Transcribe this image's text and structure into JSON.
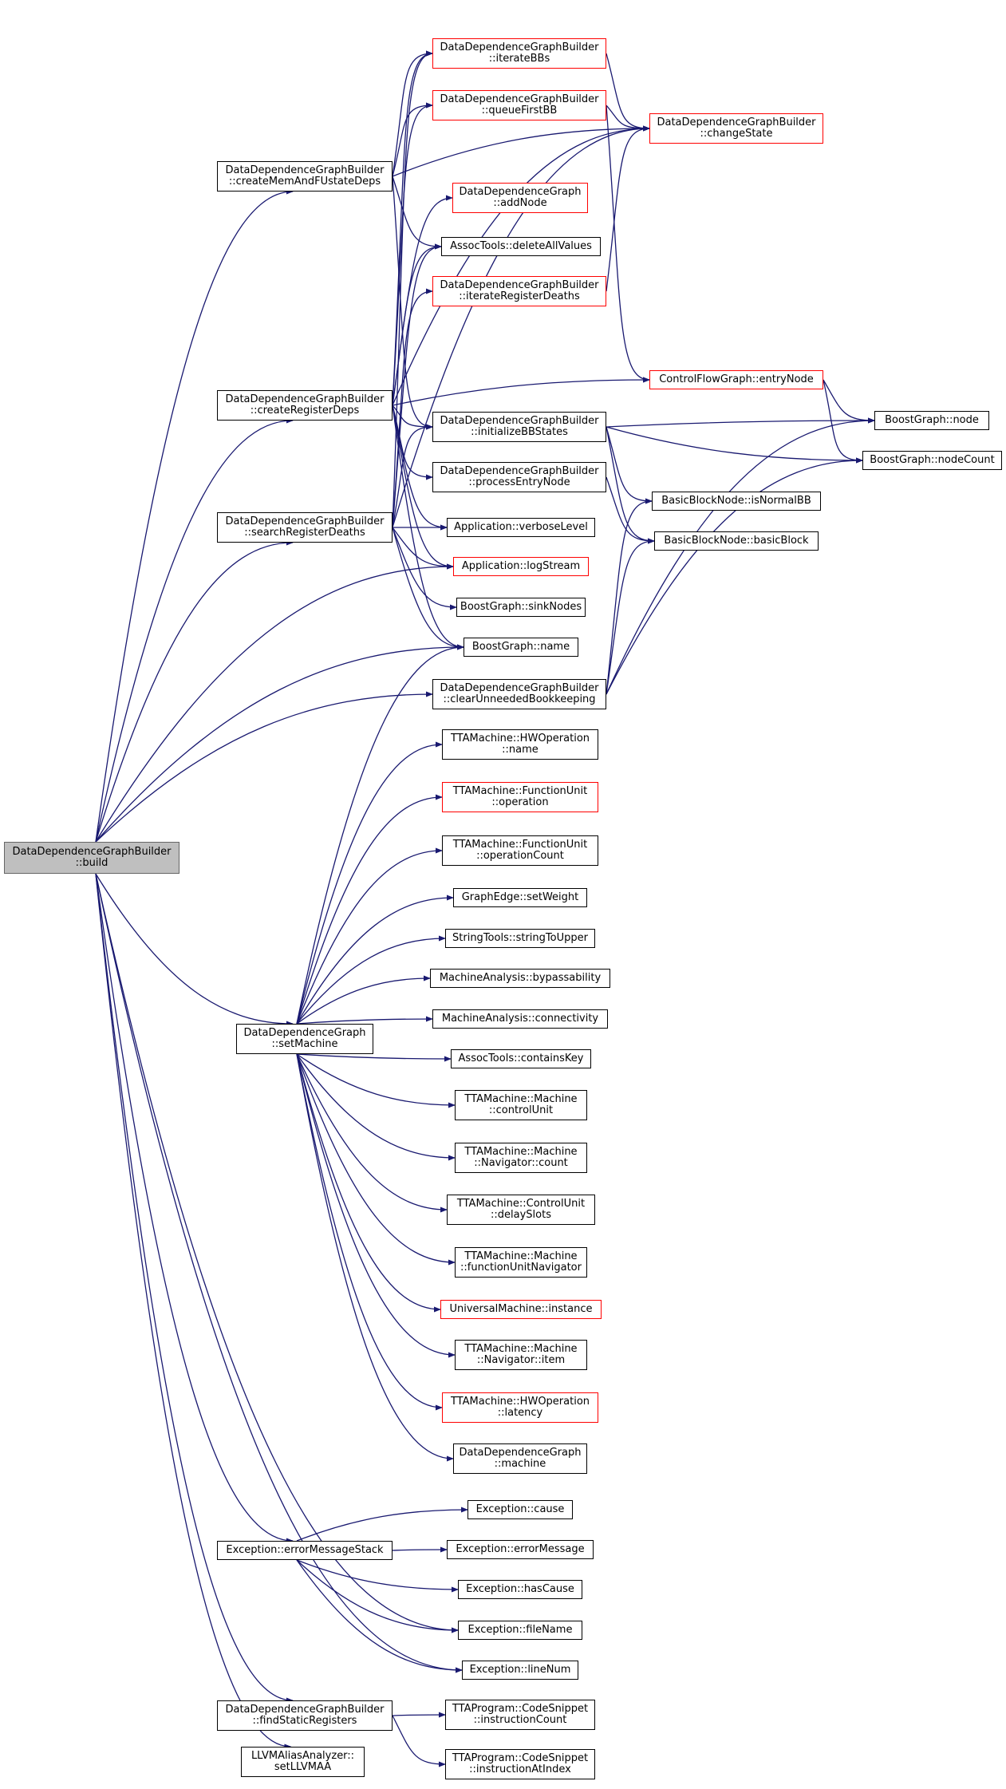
{
  "colors": {
    "edge": "#191970",
    "node_border": "#000000",
    "truncated_border": "#ff0000",
    "root_fill": "#bfbfbf",
    "root_border": "#666666",
    "background": "#ffffff"
  },
  "nodes": {
    "build": {
      "lines": [
        "DataDependenceGraphBuilder",
        "::build"
      ]
    },
    "createMemAndFUstateDeps": {
      "lines": [
        "DataDependenceGraphBuilder",
        "::createMemAndFUstateDeps"
      ]
    },
    "createRegisterDeps": {
      "lines": [
        "DataDependenceGraphBuilder",
        "::createRegisterDeps"
      ]
    },
    "searchRegisterDeaths": {
      "lines": [
        "DataDependenceGraphBuilder",
        "::searchRegisterDeaths"
      ]
    },
    "setMachine": {
      "lines": [
        "DataDependenceGraph",
        "::setMachine"
      ]
    },
    "errorMessageStack": {
      "lines": [
        "Exception::errorMessageStack"
      ]
    },
    "findStaticRegisters": {
      "lines": [
        "DataDependenceGraphBuilder",
        "::findStaticRegisters"
      ]
    },
    "setLLVMAA": {
      "lines": [
        "LLVMAliasAnalyzer::",
        "setLLVMAA"
      ]
    },
    "iterateBBs": {
      "lines": [
        "DataDependenceGraphBuilder",
        "::iterateBBs"
      ]
    },
    "queueFirstBB": {
      "lines": [
        "DataDependenceGraphBuilder",
        "::queueFirstBB"
      ]
    },
    "addNode": {
      "lines": [
        "DataDependenceGraph",
        "::addNode"
      ]
    },
    "deleteAllValues": {
      "lines": [
        "AssocTools::deleteAllValues"
      ]
    },
    "iterateRegisterDeaths": {
      "lines": [
        "DataDependenceGraphBuilder",
        "::iterateRegisterDeaths"
      ]
    },
    "initializeBBStates": {
      "lines": [
        "DataDependenceGraphBuilder",
        "::initializeBBStates"
      ]
    },
    "processEntryNode": {
      "lines": [
        "DataDependenceGraphBuilder",
        "::processEntryNode"
      ]
    },
    "verboseLevel": {
      "lines": [
        "Application::verboseLevel"
      ]
    },
    "logStream": {
      "lines": [
        "Application::logStream"
      ]
    },
    "sinkNodes": {
      "lines": [
        "BoostGraph::sinkNodes"
      ]
    },
    "bgName": {
      "lines": [
        "BoostGraph::name"
      ]
    },
    "clearUnneededBookkeeping": {
      "lines": [
        "DataDependenceGraphBuilder",
        "::clearUnneededBookkeeping"
      ]
    },
    "changeState": {
      "lines": [
        "DataDependenceGraphBuilder",
        "::changeState"
      ]
    },
    "entryNode": {
      "lines": [
        "ControlFlowGraph::entryNode"
      ]
    },
    "isNormalBB": {
      "lines": [
        "BasicBlockNode::isNormalBB"
      ]
    },
    "basicBlock": {
      "lines": [
        "BasicBlockNode::basicBlock"
      ]
    },
    "bgNode": {
      "lines": [
        "BoostGraph::node"
      ]
    },
    "nodeCount": {
      "lines": [
        "BoostGraph::nodeCount"
      ]
    },
    "hwName": {
      "lines": [
        "TTAMachine::HWOperation",
        "::name"
      ]
    },
    "fuOperation": {
      "lines": [
        "TTAMachine::FunctionUnit",
        "::operation"
      ]
    },
    "fuOperationCount": {
      "lines": [
        "TTAMachine::FunctionUnit",
        "::operationCount"
      ]
    },
    "setWeight": {
      "lines": [
        "GraphEdge::setWeight"
      ]
    },
    "stringToUpper": {
      "lines": [
        "StringTools::stringToUpper"
      ]
    },
    "bypassability": {
      "lines": [
        "MachineAnalysis::bypassability"
      ]
    },
    "connectivity": {
      "lines": [
        "MachineAnalysis::connectivity"
      ]
    },
    "containsKey": {
      "lines": [
        "AssocTools::containsKey"
      ]
    },
    "controlUnit": {
      "lines": [
        "TTAMachine::Machine",
        "::controlUnit"
      ]
    },
    "navCount": {
      "lines": [
        "TTAMachine::Machine",
        "::Navigator::count"
      ]
    },
    "delaySlots": {
      "lines": [
        "TTAMachine::ControlUnit",
        "::delaySlots"
      ]
    },
    "fuNavigator": {
      "lines": [
        "TTAMachine::Machine",
        "::functionUnitNavigator"
      ]
    },
    "umInstance": {
      "lines": [
        "UniversalMachine::instance"
      ]
    },
    "navItem": {
      "lines": [
        "TTAMachine::Machine",
        "::Navigator::item"
      ]
    },
    "hwLatency": {
      "lines": [
        "TTAMachine::HWOperation",
        "::latency"
      ]
    },
    "ddgMachine": {
      "lines": [
        "DataDependenceGraph",
        "::machine"
      ]
    },
    "cause": {
      "lines": [
        "Exception::cause"
      ]
    },
    "errorMessage": {
      "lines": [
        "Exception::errorMessage"
      ]
    },
    "hasCause": {
      "lines": [
        "Exception::hasCause"
      ]
    },
    "fileName": {
      "lines": [
        "Exception::fileName"
      ]
    },
    "lineNum": {
      "lines": [
        "Exception::lineNum"
      ]
    },
    "instructionCount": {
      "lines": [
        "TTAProgram::CodeSnippet",
        "::instructionCount"
      ]
    },
    "instructionAtIndex": {
      "lines": [
        "TTAProgram::CodeSnippet",
        "::instructionAtIndex"
      ]
    }
  },
  "edges": [
    [
      "build",
      "createMemAndFUstateDeps"
    ],
    [
      "build",
      "createRegisterDeps"
    ],
    [
      "build",
      "searchRegisterDeaths"
    ],
    [
      "build",
      "logStream"
    ],
    [
      "build",
      "bgName"
    ],
    [
      "build",
      "clearUnneededBookkeeping"
    ],
    [
      "build",
      "setMachine"
    ],
    [
      "build",
      "errorMessageStack"
    ],
    [
      "build",
      "fileName"
    ],
    [
      "build",
      "lineNum"
    ],
    [
      "build",
      "findStaticRegisters"
    ],
    [
      "build",
      "setLLVMAA"
    ],
    [
      "createMemAndFUstateDeps",
      "iterateBBs"
    ],
    [
      "createMemAndFUstateDeps",
      "queueFirstBB"
    ],
    [
      "createMemAndFUstateDeps",
      "changeState"
    ],
    [
      "createMemAndFUstateDeps",
      "deleteAllValues"
    ],
    [
      "createMemAndFUstateDeps",
      "initializeBBStates"
    ],
    [
      "createRegisterDeps",
      "iterateBBs"
    ],
    [
      "createRegisterDeps",
      "queueFirstBB"
    ],
    [
      "createRegisterDeps",
      "changeState"
    ],
    [
      "createRegisterDeps",
      "addNode"
    ],
    [
      "createRegisterDeps",
      "deleteAllValues"
    ],
    [
      "createRegisterDeps",
      "entryNode"
    ],
    [
      "createRegisterDeps",
      "initializeBBStates"
    ],
    [
      "createRegisterDeps",
      "processEntryNode"
    ],
    [
      "createRegisterDeps",
      "verboseLevel"
    ],
    [
      "createRegisterDeps",
      "logStream"
    ],
    [
      "createRegisterDeps",
      "bgName"
    ],
    [
      "searchRegisterDeaths",
      "iterateBBs"
    ],
    [
      "searchRegisterDeaths",
      "deleteAllValues"
    ],
    [
      "searchRegisterDeaths",
      "iterateRegisterDeaths"
    ],
    [
      "searchRegisterDeaths",
      "changeState"
    ],
    [
      "searchRegisterDeaths",
      "initializeBBStates"
    ],
    [
      "searchRegisterDeaths",
      "verboseLevel"
    ],
    [
      "searchRegisterDeaths",
      "logStream"
    ],
    [
      "searchRegisterDeaths",
      "sinkNodes"
    ],
    [
      "searchRegisterDeaths",
      "bgName"
    ],
    [
      "iterateBBs",
      "changeState"
    ],
    [
      "queueFirstBB",
      "changeState"
    ],
    [
      "queueFirstBB",
      "entryNode"
    ],
    [
      "iterateRegisterDeaths",
      "changeState"
    ],
    [
      "entryNode",
      "bgNode"
    ],
    [
      "entryNode",
      "nodeCount"
    ],
    [
      "initializeBBStates",
      "bgNode"
    ],
    [
      "initializeBBStates",
      "nodeCount"
    ],
    [
      "initializeBBStates",
      "isNormalBB"
    ],
    [
      "initializeBBStates",
      "basicBlock"
    ],
    [
      "processEntryNode",
      "basicBlock"
    ],
    [
      "clearUnneededBookkeeping",
      "isNormalBB"
    ],
    [
      "clearUnneededBookkeeping",
      "basicBlock"
    ],
    [
      "clearUnneededBookkeeping",
      "bgNode"
    ],
    [
      "clearUnneededBookkeeping",
      "nodeCount"
    ],
    [
      "setMachine",
      "bgName"
    ],
    [
      "setMachine",
      "hwName"
    ],
    [
      "setMachine",
      "fuOperation"
    ],
    [
      "setMachine",
      "fuOperationCount"
    ],
    [
      "setMachine",
      "setWeight"
    ],
    [
      "setMachine",
      "stringToUpper"
    ],
    [
      "setMachine",
      "bypassability"
    ],
    [
      "setMachine",
      "connectivity"
    ],
    [
      "setMachine",
      "containsKey"
    ],
    [
      "setMachine",
      "controlUnit"
    ],
    [
      "setMachine",
      "navCount"
    ],
    [
      "setMachine",
      "delaySlots"
    ],
    [
      "setMachine",
      "fuNavigator"
    ],
    [
      "setMachine",
      "umInstance"
    ],
    [
      "setMachine",
      "navItem"
    ],
    [
      "setMachine",
      "hwLatency"
    ],
    [
      "setMachine",
      "ddgMachine"
    ],
    [
      "errorMessageStack",
      "cause"
    ],
    [
      "errorMessageStack",
      "errorMessage"
    ],
    [
      "errorMessageStack",
      "hasCause"
    ],
    [
      "errorMessageStack",
      "fileName"
    ],
    [
      "errorMessageStack",
      "lineNum"
    ],
    [
      "findStaticRegisters",
      "instructionCount"
    ],
    [
      "findStaticRegisters",
      "instructionAtIndex"
    ]
  ]
}
